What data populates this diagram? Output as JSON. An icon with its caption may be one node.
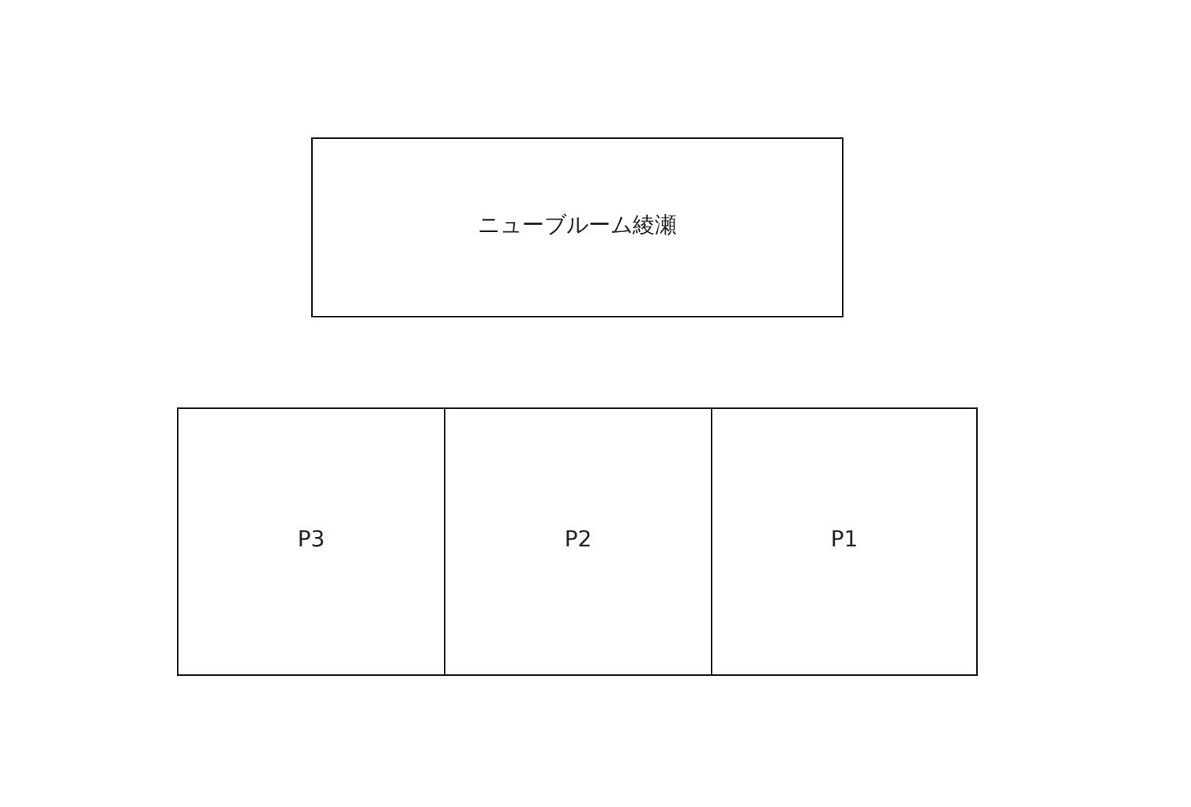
{
  "diagram": {
    "nodes": [
      {
        "text": [
          "ニューブルーム綾瀬"
        ]
      },
      {
        "text": [
          "P3"
        ]
      },
      {
        "text": [
          "P2"
        ]
      },
      {
        "text": [
          "P1"
        ]
      }
    ]
  }
}
